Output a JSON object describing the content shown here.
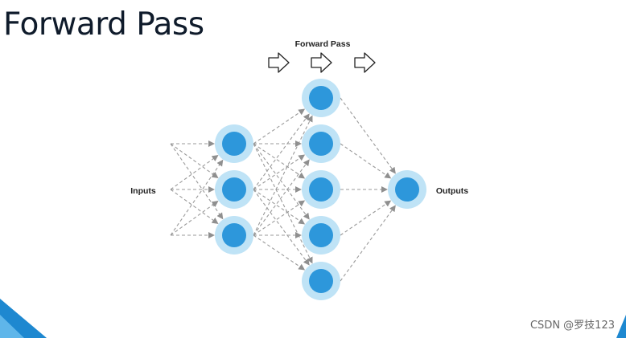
{
  "slide": {
    "title": "Forward Pass",
    "watermark": "CSDN @罗技123"
  },
  "diagram": {
    "header_label": "Forward Pass",
    "inputs_label": "Inputs",
    "outputs_label": "Outputs",
    "layers": [
      {
        "name": "hidden-1",
        "node_count": 3
      },
      {
        "name": "hidden-2",
        "node_count": 5
      },
      {
        "name": "output",
        "node_count": 1
      }
    ],
    "input_sources": 3,
    "icons": [
      "arrow-right-icon",
      "arrow-right-icon",
      "arrow-right-icon"
    ],
    "colors": {
      "node_fill": "#2d97db",
      "node_ring": "#bfe3f6",
      "edge": "#9a9a9a",
      "accent_corner": "#1e88d0"
    }
  }
}
